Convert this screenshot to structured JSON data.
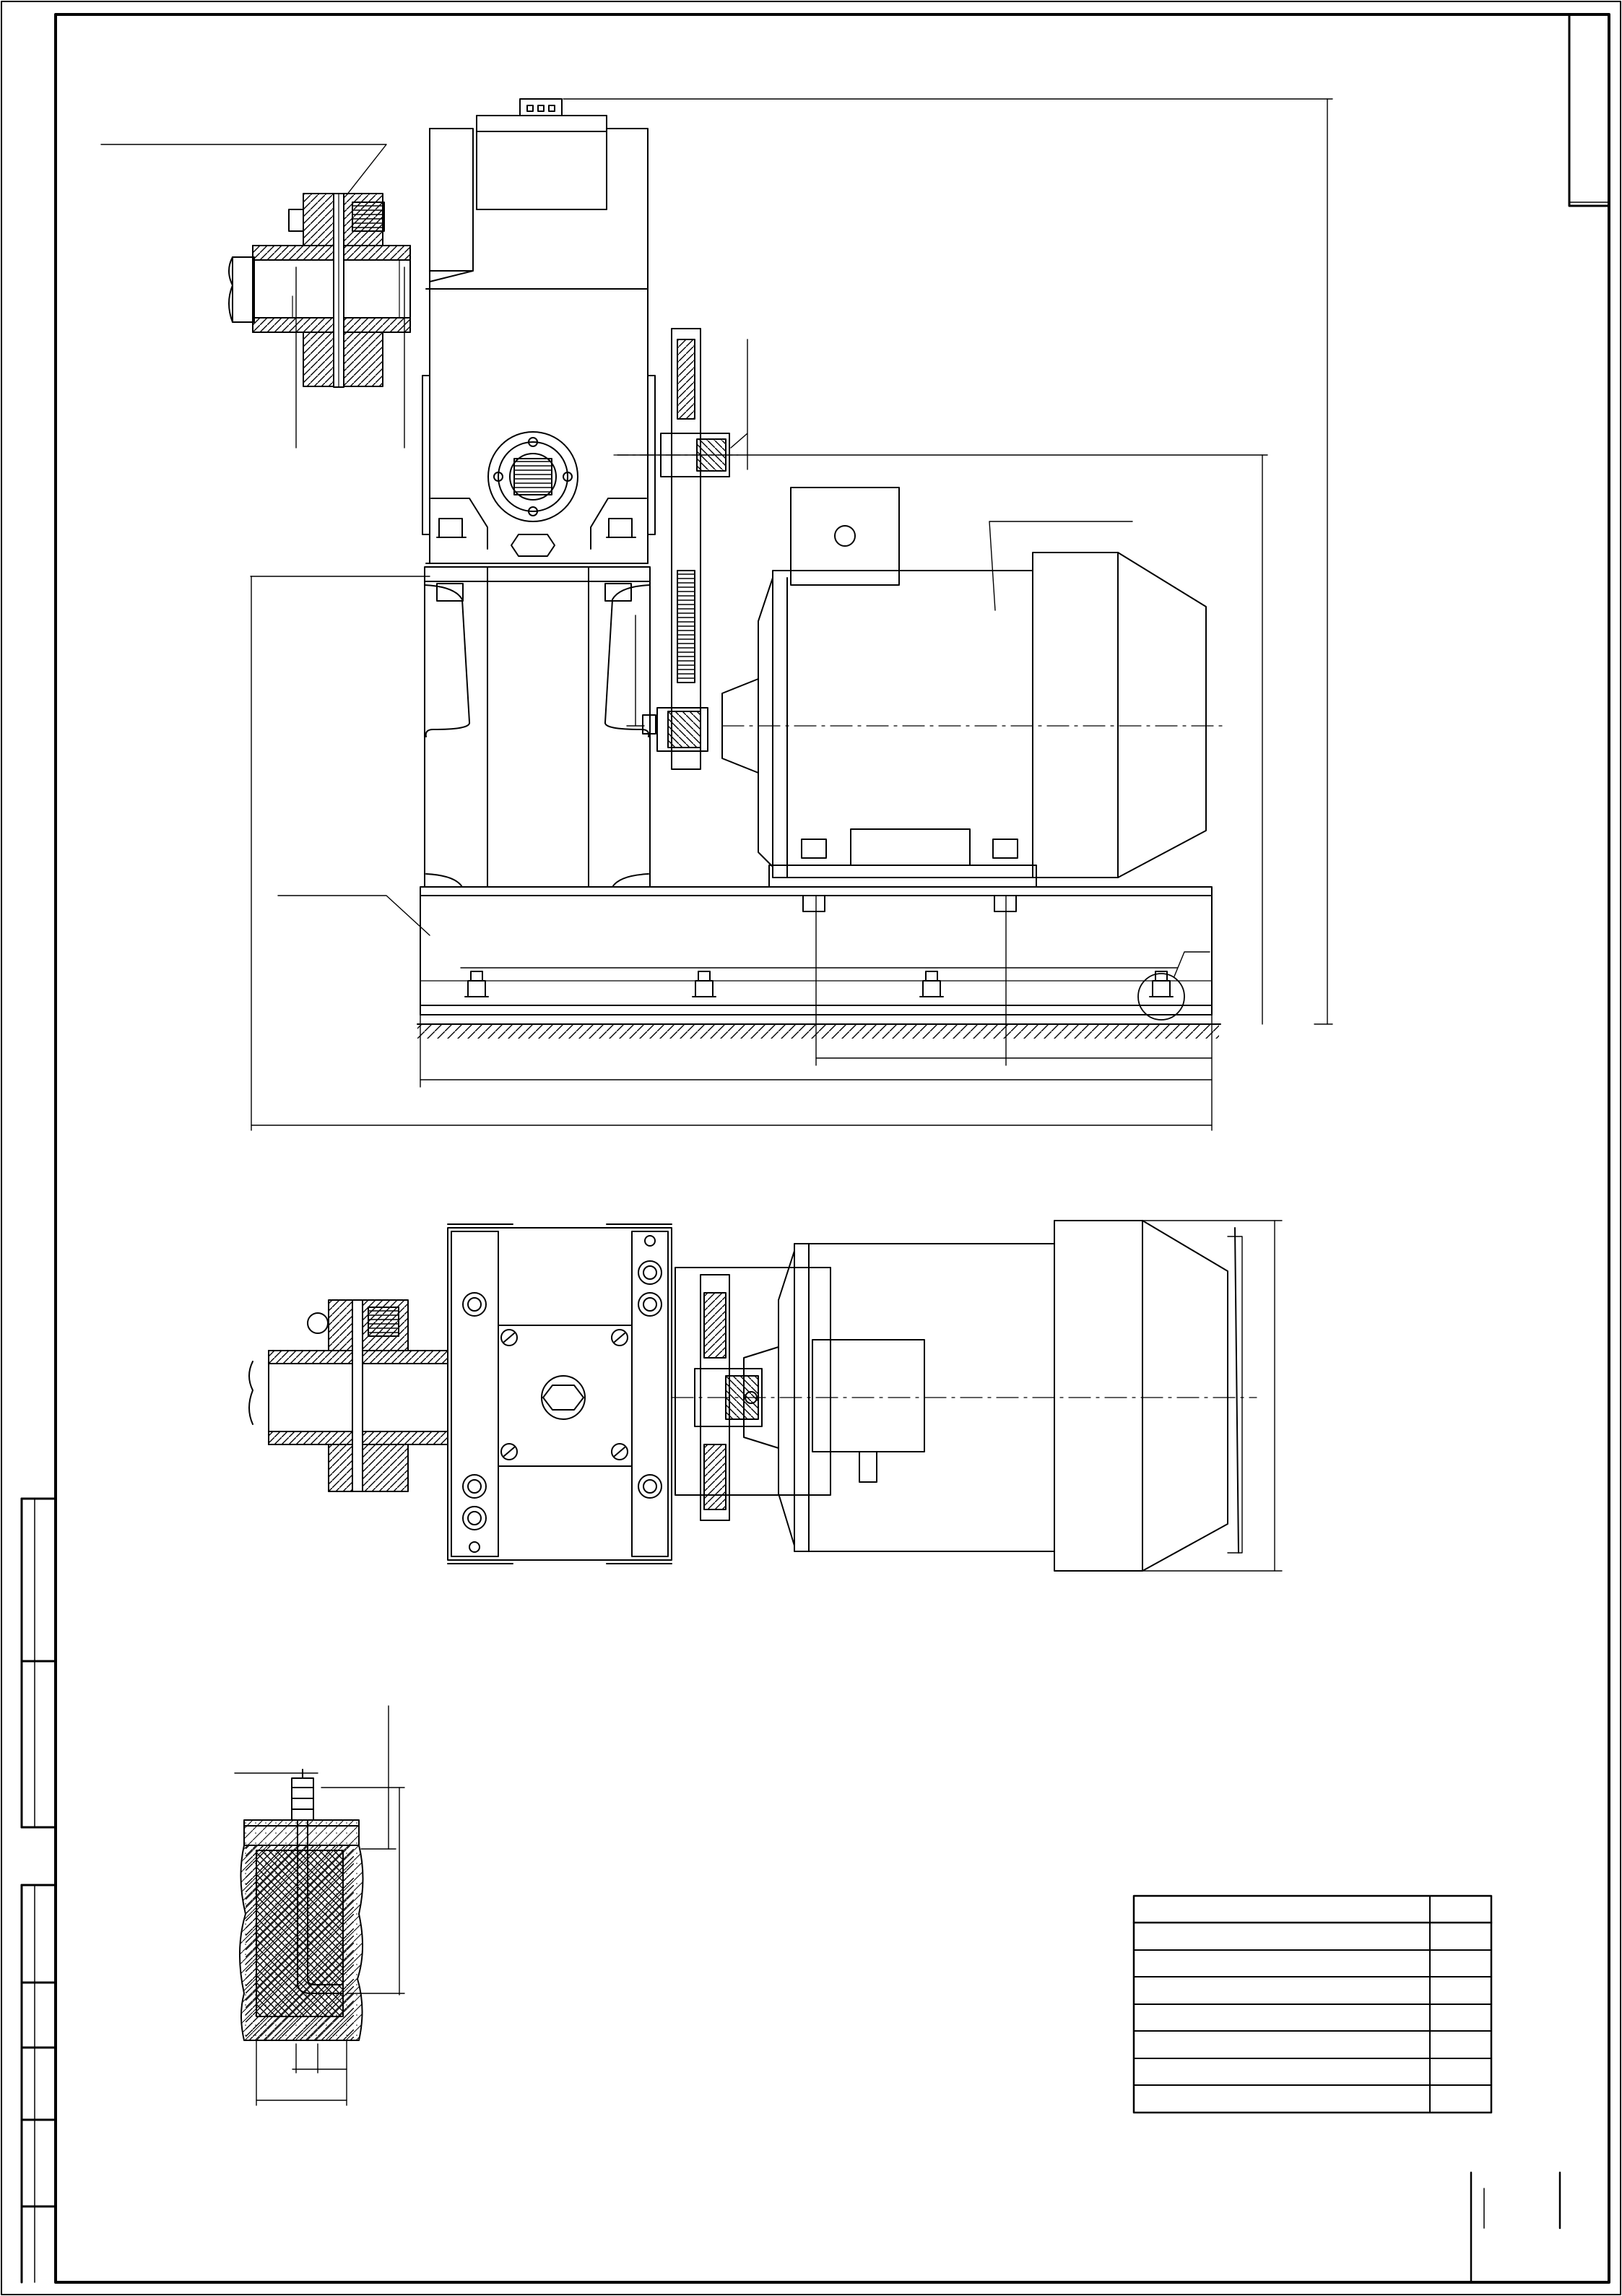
{
  "drawing": {
    "line_color": "#000000",
    "paper_color": "#ffffff",
    "views": [
      "front-elevation",
      "plan-view",
      "anchor-bolt-detail"
    ],
    "text_labels": [],
    "specification_table": {
      "rows": 8,
      "columns": 2,
      "cells": []
    },
    "title_block": {
      "cells": []
    }
  }
}
